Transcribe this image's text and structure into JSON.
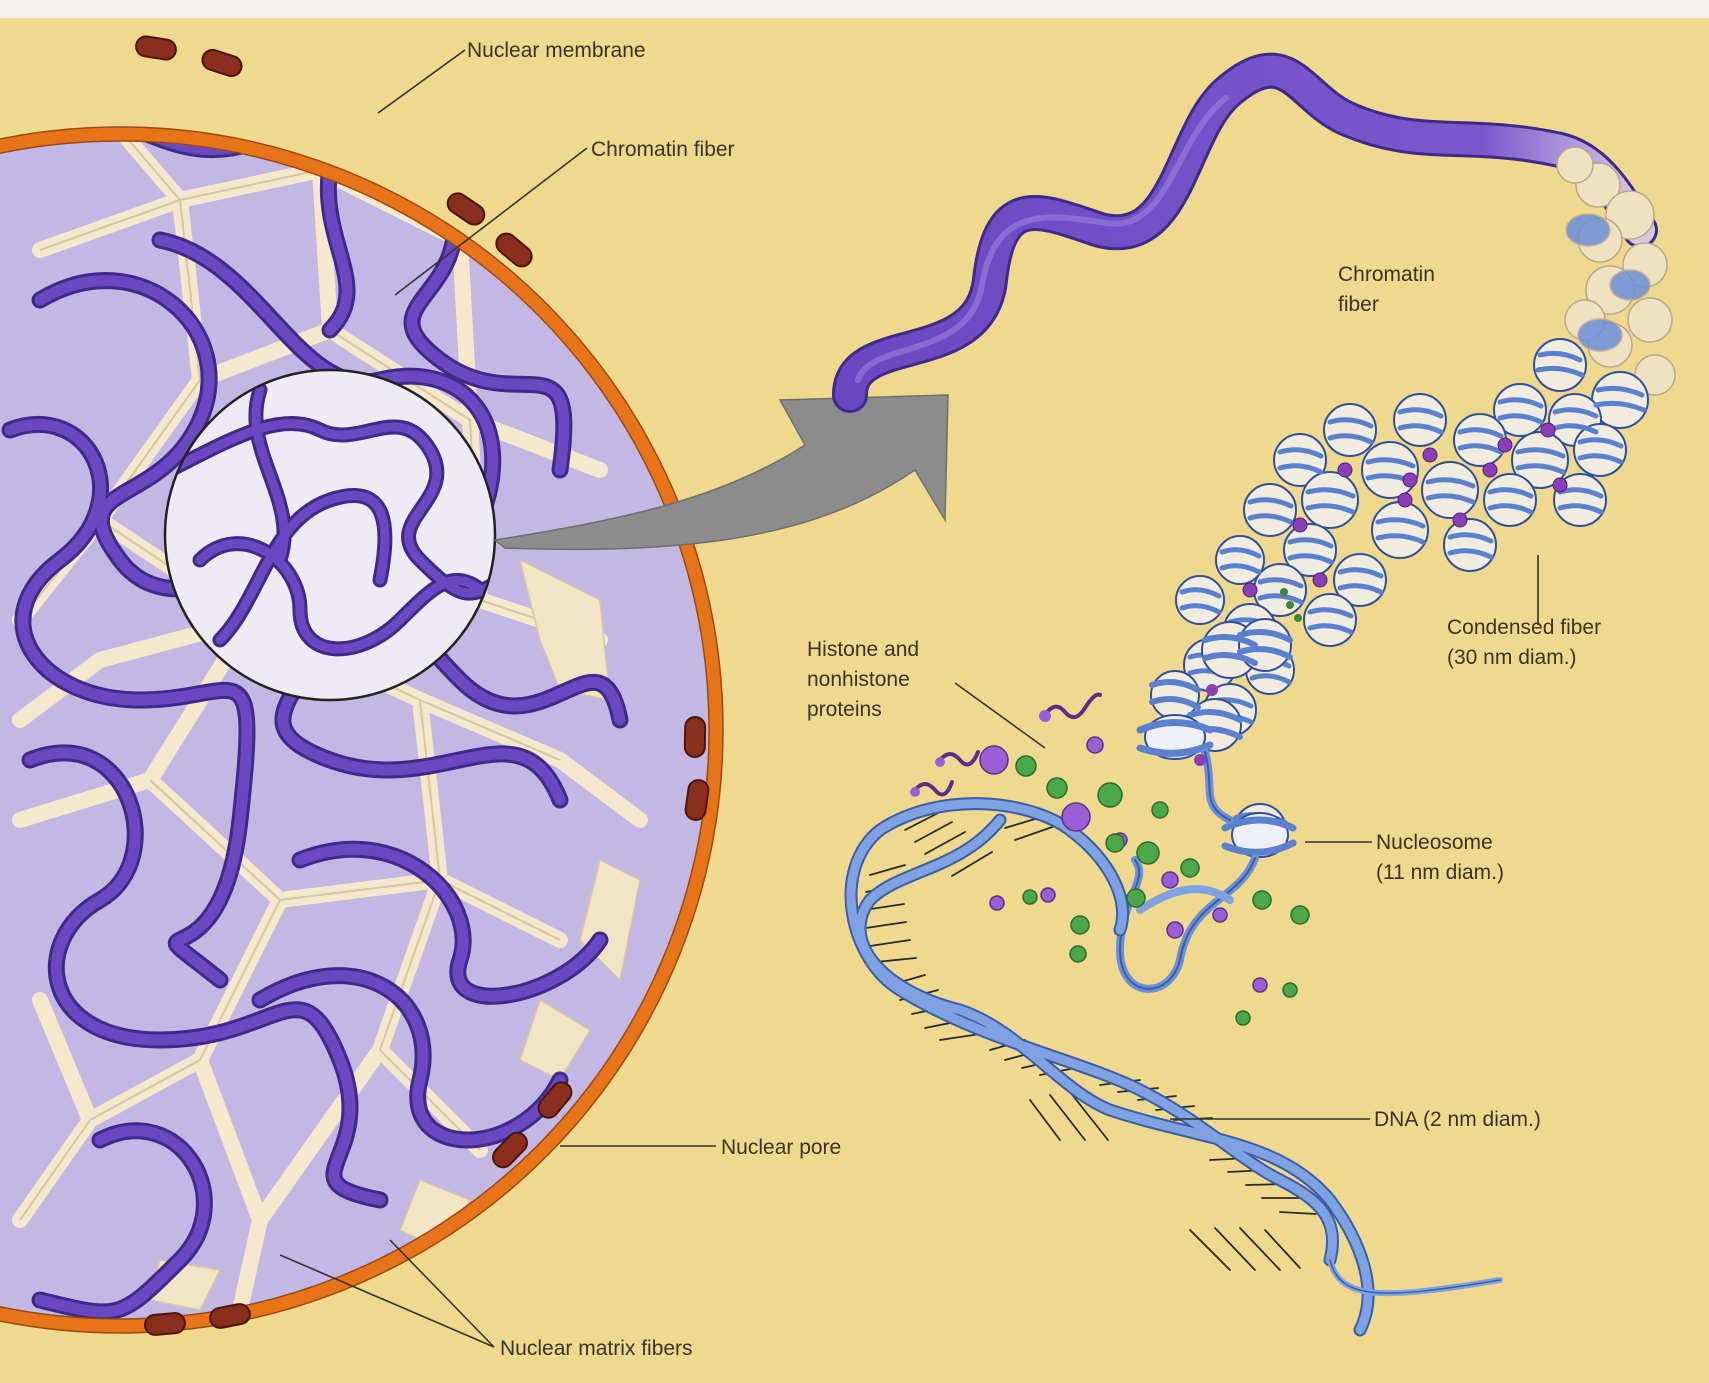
{
  "labels": {
    "nuclear_membrane": "Nuclear membrane",
    "chromatin_fiber_left": "Chromatin fiber",
    "nuclear_pore": "Nuclear pore",
    "nuclear_matrix_fibers": "Nuclear matrix fibers",
    "chromatin_fiber_right_1": "Chromatin",
    "chromatin_fiber_right_2": "fiber",
    "condensed_fiber_1": "Condensed fiber",
    "condensed_fiber_2": "(30 nm diam.)",
    "histone_1": "Histone and",
    "histone_2": "nonhistone",
    "histone_3": "proteins",
    "nucleosome_1": "Nucleosome",
    "nucleosome_2": "(11 nm diam.)",
    "dna": "DNA (2 nm diam.)"
  },
  "colors": {
    "background": "#efd98e",
    "nucleoplasm": "#c3b8e4",
    "chromatin": "#6a48c2",
    "membrane": "#e8741a",
    "pore": "#8a2e1e",
    "matrix": "#f3e4c6",
    "dna": "#6b8fd8",
    "arrow": "#8e8e8e"
  }
}
